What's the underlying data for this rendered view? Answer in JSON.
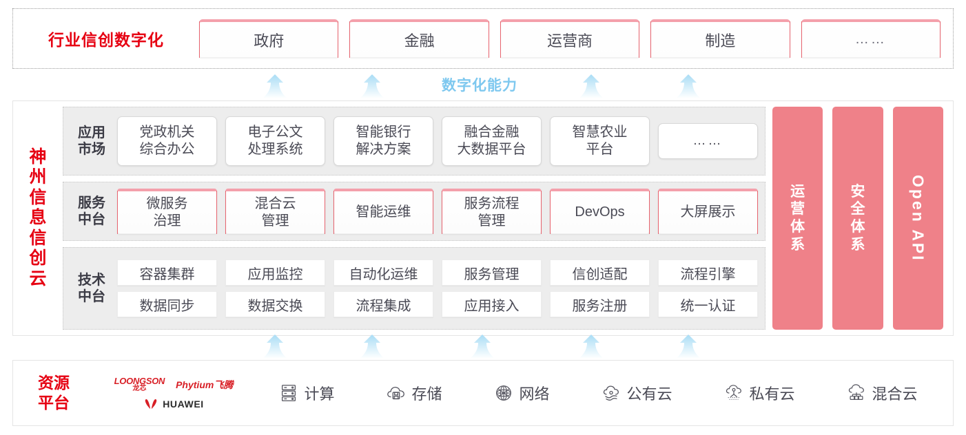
{
  "industry": {
    "title": "行业信创数字化",
    "cards": [
      {
        "label": "政府"
      },
      {
        "label": "金融"
      },
      {
        "label": "运营商"
      },
      {
        "label": "制造"
      },
      {
        "label": "……"
      }
    ]
  },
  "capability_label": "数字化能力",
  "cloud": {
    "title_chars": [
      "神",
      "州",
      "信",
      "息",
      "信",
      "创",
      "云"
    ],
    "tiers": [
      {
        "label": "应用\n市场",
        "label_line1": "应用",
        "label_line2": "市场",
        "cards": [
          {
            "line1": "党政机关",
            "line2": "综合办公"
          },
          {
            "line1": "电子公文",
            "line2": "处理系统"
          },
          {
            "line1": "智能银行",
            "line2": "解决方案"
          },
          {
            "line1": "融合金融",
            "line2": "大数据平台"
          },
          {
            "line1": "智慧农业",
            "line2": "平台"
          },
          {
            "line1": "……",
            "line2": ""
          }
        ]
      },
      {
        "label_line1": "服务",
        "label_line2": "中台",
        "cards": [
          {
            "line1": "微服务",
            "line2": "治理"
          },
          {
            "line1": "混合云",
            "line2": "管理"
          },
          {
            "line1": "智能运维",
            "line2": ""
          },
          {
            "line1": "服务流程",
            "line2": "管理"
          },
          {
            "line1": "DevOps",
            "line2": ""
          },
          {
            "line1": "大屏展示",
            "line2": ""
          }
        ]
      },
      {
        "label_line1": "技术",
        "label_line2": "中台",
        "row1": [
          "容器集群",
          "应用监控",
          "自动化运维",
          "服务管理",
          "信创适配",
          "流程引擎"
        ],
        "row2": [
          "数据同步",
          "数据交换",
          "流程集成",
          "应用接入",
          "服务注册",
          "统一认证"
        ]
      }
    ],
    "pillars": [
      {
        "text": "运营体系",
        "mode": "vertical"
      },
      {
        "text": "安全体系",
        "mode": "vertical"
      },
      {
        "text": "Open API",
        "mode": "rotated"
      }
    ]
  },
  "resource": {
    "title_line1": "资源",
    "title_line2": "平台",
    "vendors": [
      {
        "name": "LOONGSON",
        "sub": "龙芯"
      },
      {
        "name": "Phytium飞腾"
      },
      {
        "name": "HUAWEI"
      }
    ],
    "items": [
      {
        "label": "计算",
        "icon": "server-icon"
      },
      {
        "label": "存储",
        "icon": "cloud-storage-icon"
      },
      {
        "label": "网络",
        "icon": "network-mesh-icon"
      },
      {
        "label": "公有云",
        "icon": "public-cloud-icon"
      },
      {
        "label": "私有云",
        "icon": "private-cloud-icon"
      },
      {
        "label": "混合云",
        "icon": "hybrid-cloud-icon"
      }
    ]
  },
  "colors": {
    "brand_red": "#e60012",
    "pillar_pink": "#ef8189",
    "card_top_pink": "#f4a0ab",
    "arrow_blue": "#b9e1f7",
    "capability_blue": "#7ec8ef",
    "panel_gray": "#ededed"
  },
  "arrows": {
    "top_positions": [
      399,
      540,
      858,
      999
    ],
    "bottom_positions": [
      399,
      540,
      700,
      858,
      999
    ]
  }
}
